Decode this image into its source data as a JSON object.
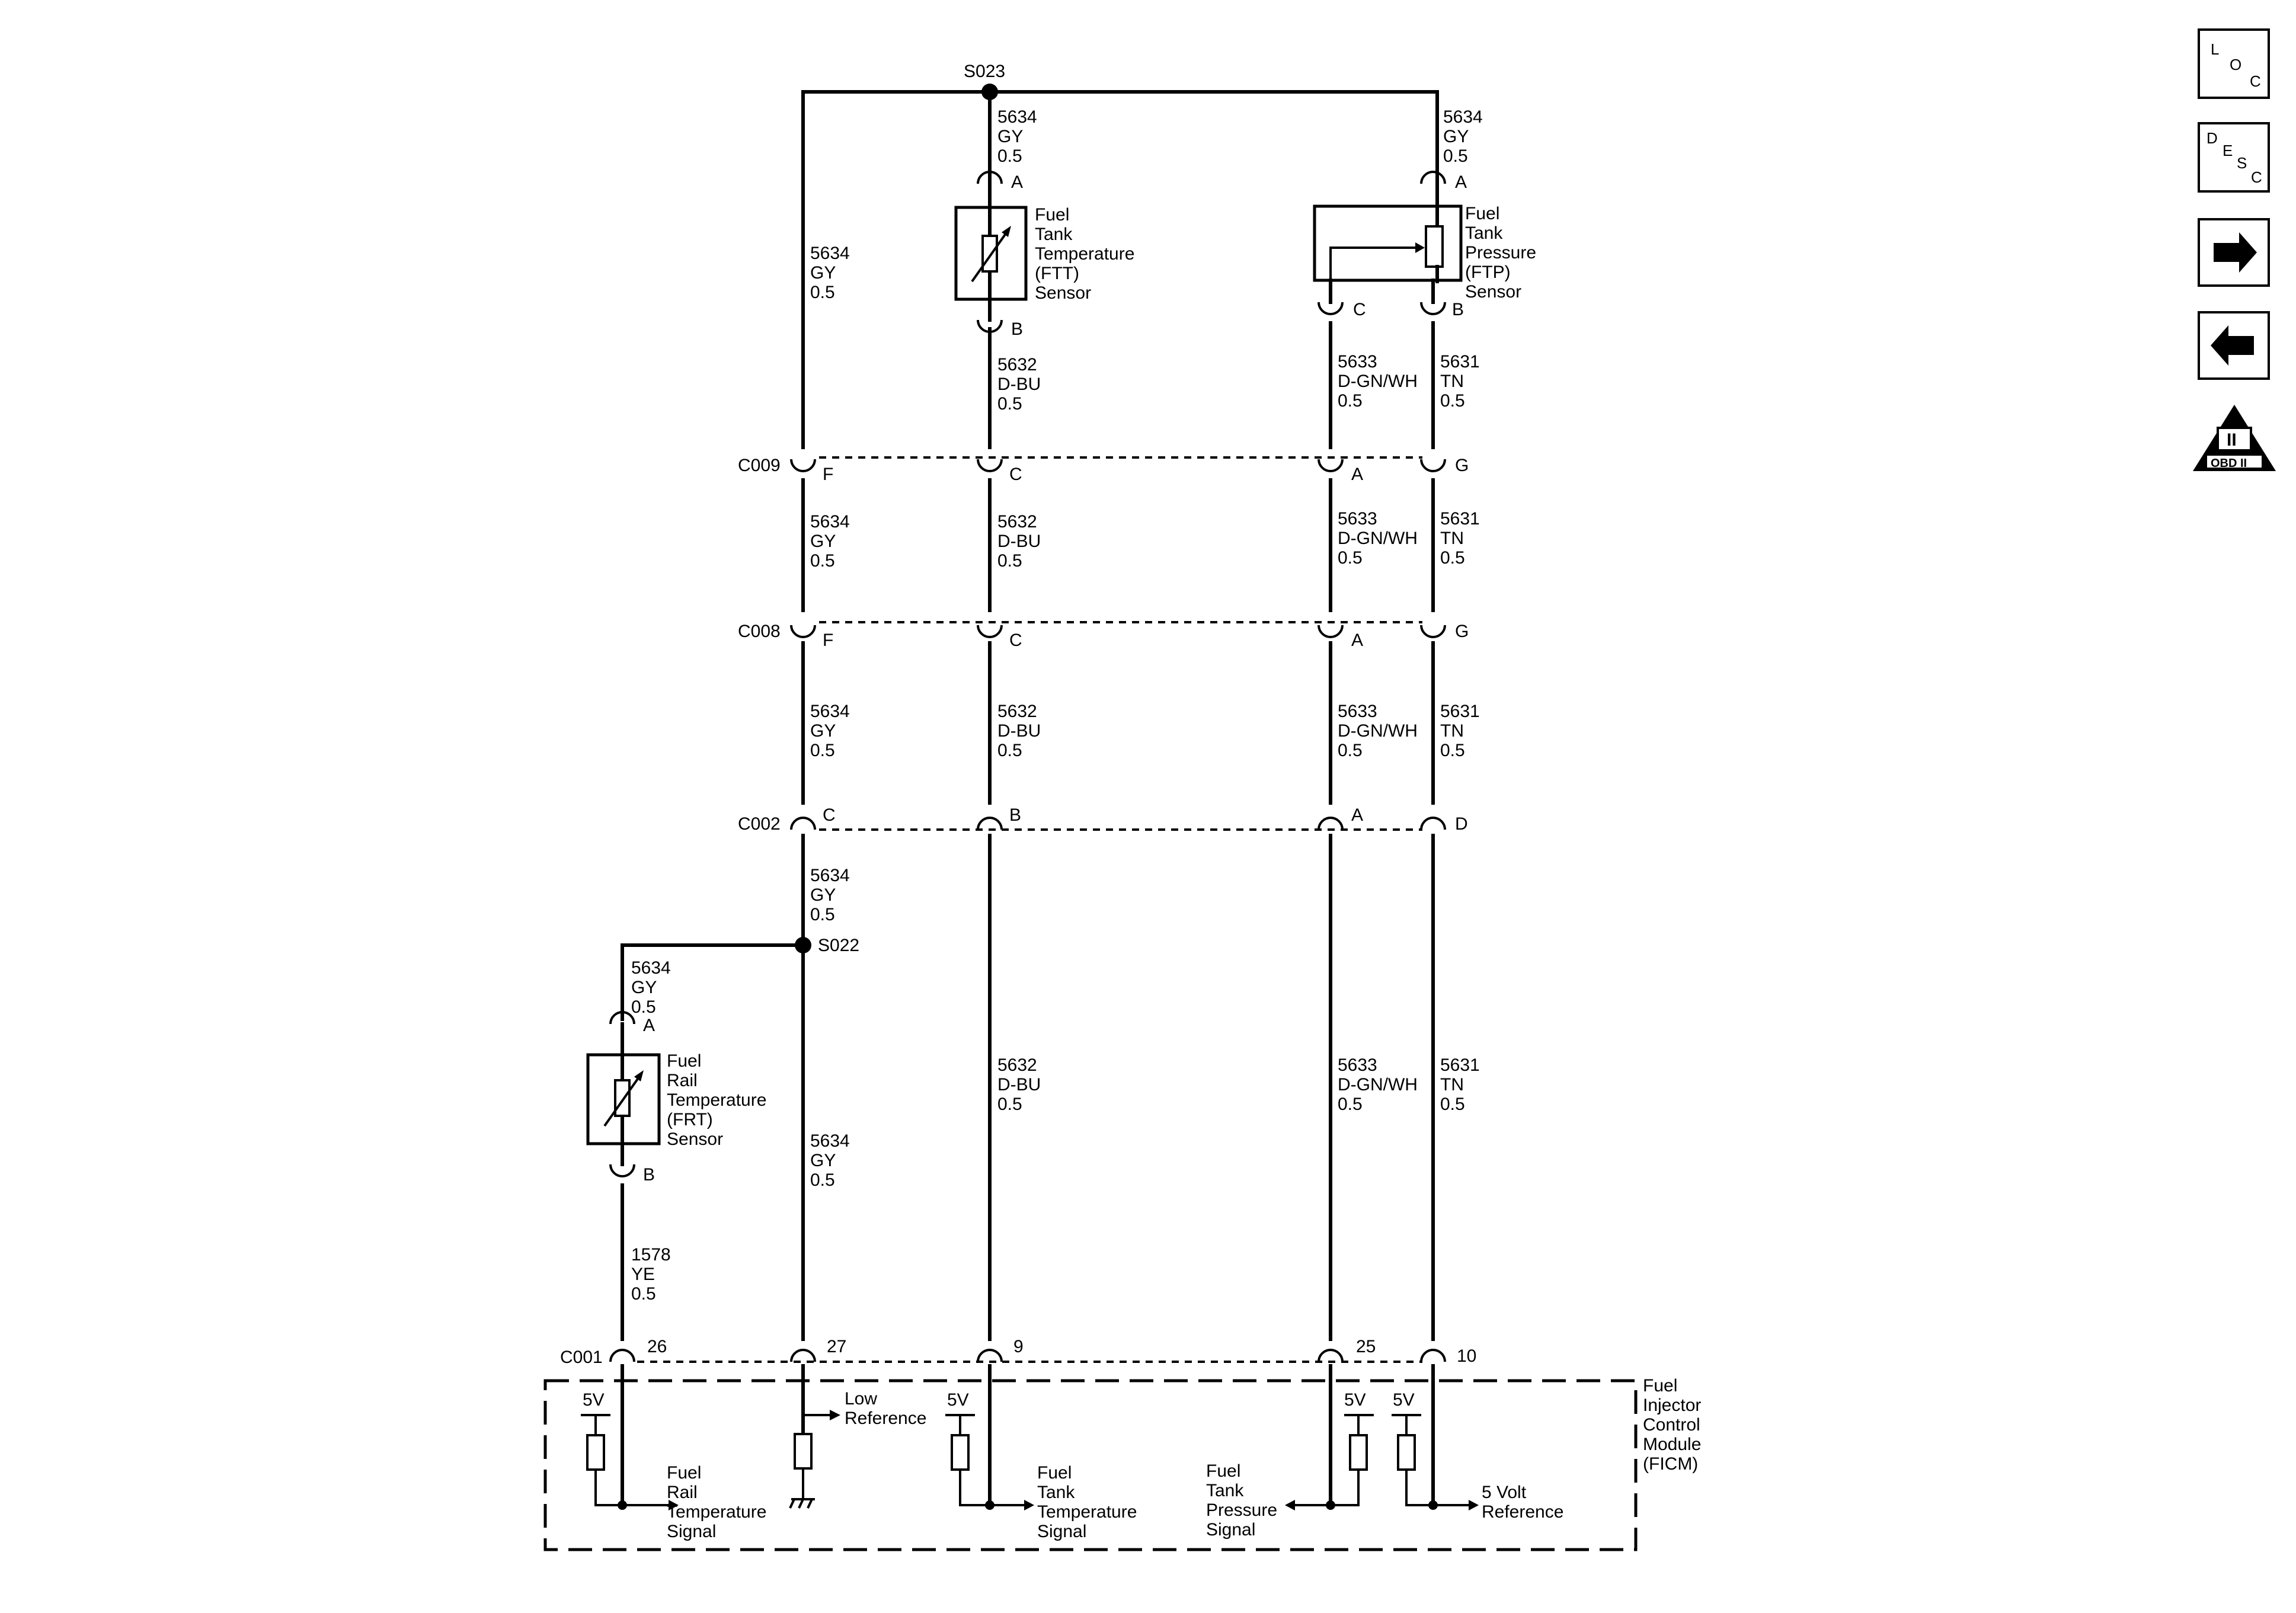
{
  "splices": {
    "top": "S023",
    "mid": "S022"
  },
  "connectors": {
    "c009": {
      "name": "C009",
      "pins": [
        "F",
        "C",
        "A",
        "G"
      ]
    },
    "c008": {
      "name": "C008",
      "pins": [
        "F",
        "C",
        "A",
        "G"
      ]
    },
    "c002": {
      "name": "C002",
      "pins": [
        "C",
        "B",
        "A",
        "D"
      ]
    },
    "c001": {
      "name": "C001",
      "pins": [
        "26",
        "27",
        "9",
        "25",
        "10"
      ]
    }
  },
  "wire_labels": {
    "gy_wire": [
      "5634",
      "GY",
      "0.5"
    ],
    "dbu_wire": [
      "5632",
      "D-BU",
      "0.5"
    ],
    "dgnwh_wire": [
      "5633",
      "D-GN/WH",
      "0.5"
    ],
    "tn_wire": [
      "5631",
      "TN",
      "0.5"
    ],
    "ye_wire": [
      "1578",
      "YE",
      "0.5"
    ]
  },
  "components": {
    "ftt": {
      "lines": [
        "Fuel",
        "Tank",
        "Temperature",
        "(FTT)",
        "Sensor"
      ],
      "pins": [
        "A",
        "B"
      ]
    },
    "ftp": {
      "lines": [
        "Fuel",
        "Tank",
        "Pressure",
        "(FTP)",
        "Sensor"
      ],
      "pins": [
        "A",
        "C",
        "B"
      ]
    },
    "frt": {
      "lines": [
        "Fuel",
        "Rail",
        "Temperature",
        "(FRT)",
        "Sensor"
      ],
      "pins": [
        "A",
        "B"
      ]
    },
    "ficm": {
      "lines": [
        "Fuel",
        "Injector",
        "Control",
        "Module",
        "(FICM)"
      ]
    }
  },
  "module_internals": {
    "supply": "5V",
    "low_reference": [
      "Low",
      "Reference"
    ],
    "frt_signal": [
      "Fuel",
      "Rail",
      "Temperature",
      "Signal"
    ],
    "ftt_signal": [
      "Fuel",
      "Tank",
      "Temperature",
      "Signal"
    ],
    "ftp_signal": [
      "Fuel",
      "Tank",
      "Pressure",
      "Signal"
    ],
    "five_volt_ref": [
      "5 Volt",
      "Reference"
    ]
  },
  "nav": {
    "loc": [
      "L",
      "O",
      "C"
    ],
    "desc": [
      "D",
      "E",
      "S",
      "C"
    ],
    "obd": {
      "roman": "II",
      "label": "OBD II"
    },
    "icons": [
      "right-arrow-icon",
      "left-arrow-icon"
    ]
  },
  "colors": {
    "ink": "#000000",
    "background": "#ffffff"
  }
}
